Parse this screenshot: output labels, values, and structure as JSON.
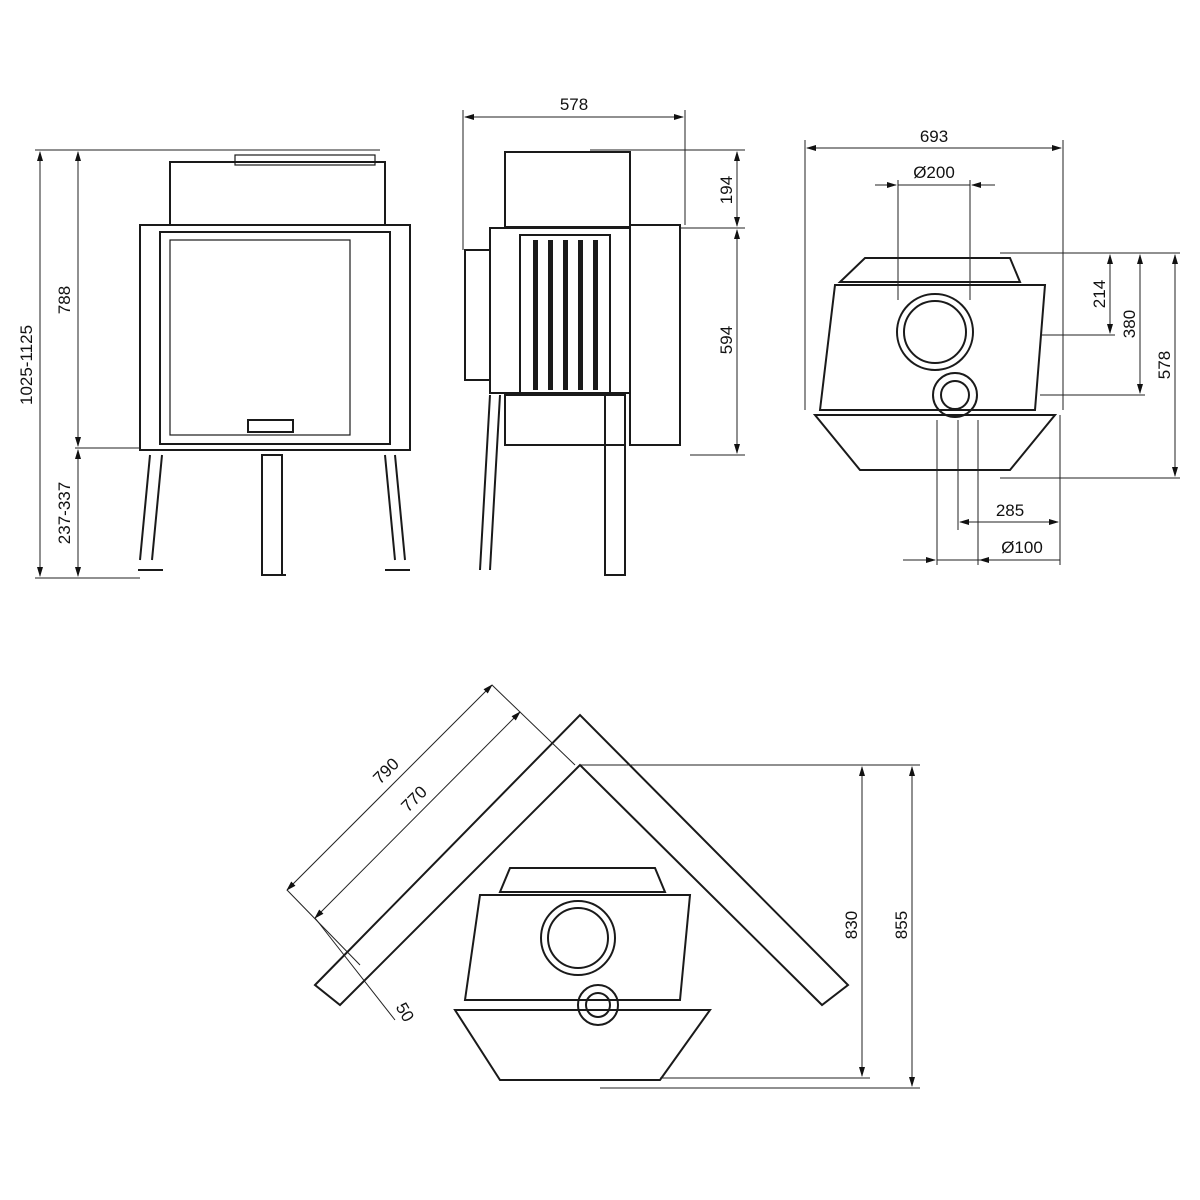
{
  "front_view": {
    "height_total": "1025-1125",
    "height_body": "788",
    "height_legs": "237-337"
  },
  "side_view": {
    "depth": "578",
    "top_height": "194",
    "body_height": "594"
  },
  "top_view": {
    "width": "693",
    "flue_diameter": "Ø200",
    "dim_214": "214",
    "dim_380": "380",
    "dim_578": "578",
    "dim_285": "285",
    "air_inlet_diameter": "Ø100"
  },
  "corner_install": {
    "wall_790": "790",
    "wall_770": "770",
    "gap_50": "50",
    "depth_830": "830",
    "depth_855": "855"
  },
  "colors": {
    "line": "#1a1a1a",
    "background": "#ffffff"
  }
}
